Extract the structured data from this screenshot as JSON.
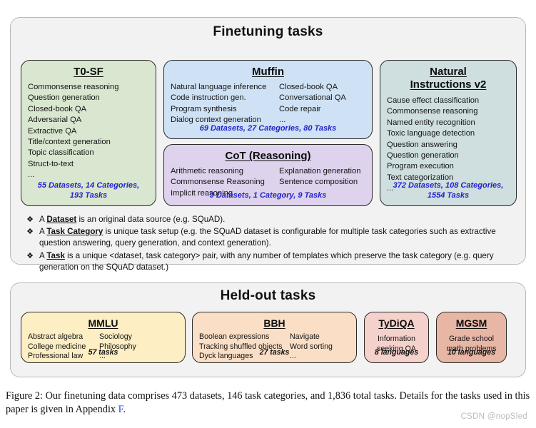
{
  "finetuning": {
    "title": "Finetuning tasks",
    "cards": [
      {
        "key": "t0sf",
        "title": "T0-SF",
        "color": "#d9e7d0",
        "col1": [
          "Commonsense reasoning",
          "Question generation",
          "Closed-book QA",
          "Adversarial QA",
          "Extractive QA",
          "Title/context generation",
          "Topic classification",
          "Struct-to-text",
          "..."
        ],
        "col2": [],
        "stats": "55 Datasets, 14 Categories,\n193 Tasks",
        "stats_line1": "55 Datasets, 14 Categories,",
        "stats_line2": "193 Tasks"
      },
      {
        "key": "muffin",
        "title": "Muffin",
        "color": "#cfe1f5",
        "col1": [
          "Natural language inference",
          "Code instruction gen.",
          "Program synthesis",
          "Dialog context generation"
        ],
        "col2": [
          "Closed-book QA",
          "Conversational QA",
          "Code repair",
          "..."
        ],
        "stats_line1": "69 Datasets, 27 Categories, 80 Tasks",
        "stats_line2": ""
      },
      {
        "key": "cot",
        "title": "CoT (Reasoning)",
        "color": "#ded2ec",
        "col1": [
          "Arithmetic reasoning",
          "Commonsense Reasoning",
          "Implicit reasoning"
        ],
        "col2": [
          "Explanation generation",
          "Sentence composition",
          "..."
        ],
        "stats_line1": "9 Datasets, 1 Category, 9 Tasks",
        "stats_line2": ""
      },
      {
        "key": "ni",
        "title_line1": "Natural",
        "title_line2": "Instructions v2",
        "color": "#cfdedf",
        "col1": [
          "Cause effect classification",
          "Commonsense reasoning",
          "Named entity recognition",
          "Toxic language detection",
          "Question answering",
          "Question generation",
          "Program execution",
          "Text categorization",
          "..."
        ],
        "col2": [],
        "stats_line1": "372 Datasets, 108 Categories,",
        "stats_line2": "1554 Tasks"
      }
    ],
    "definitions": [
      {
        "bullet": "❖",
        "prefix": "A ",
        "term": "Dataset",
        "suffix": " is an original data source (e.g. SQuAD)."
      },
      {
        "bullet": "❖",
        "prefix": "A ",
        "term": "Task Category",
        "suffix": " is unique task setup (e.g. the SQuAD dataset is configurable for multiple task categories such as extractive question answering, query generation, and context generation)."
      },
      {
        "bullet": "❖",
        "prefix": "A ",
        "term": "Task",
        "suffix": " is a unique <dataset, task category> pair, with any number of templates which preserve the task category (e.g. query generation on the SQuAD dataset.)"
      }
    ]
  },
  "heldout": {
    "title": "Held-out tasks",
    "cards": [
      {
        "key": "mmlu",
        "title": "MMLU",
        "color": "#fdeec4",
        "col1": [
          "Abstract algebra",
          "College medicine",
          "Professional law"
        ],
        "col2": [
          "Sociology",
          "Philosophy",
          "..."
        ],
        "stats_line1": "57 tasks"
      },
      {
        "key": "bbh",
        "title": "BBH",
        "color": "#fadfc6",
        "col1": [
          "Boolean expressions",
          "Tracking shuffled objects",
          "Dyck languages"
        ],
        "col2": [
          "Navigate",
          "Word sorting",
          "..."
        ],
        "stats_line1": "27 tasks"
      },
      {
        "key": "tydiqa",
        "title": "TyDiQA",
        "color": "#f5d1cb",
        "col1": [
          "Information",
          "seeking QA"
        ],
        "col2": [],
        "stats_line1": "8 languages"
      },
      {
        "key": "mgsm",
        "title": "MGSM",
        "color": "#e8b6a5",
        "col1": [
          "Grade school",
          "math problems"
        ],
        "col2": [],
        "stats_line1": "10 languages"
      }
    ]
  },
  "caption": {
    "text_before_link": "Figure 2: Our finetuning data comprises 473 datasets, 146 task categories, and 1,836 total tasks. Details for the tasks used in this paper is given in Appendix ",
    "link": "F",
    "text_after_link": "."
  },
  "watermark": "CSDN @nopSled",
  "colors": {
    "stats_blue": "#2323cc",
    "panel_bg": "#f2f2f2",
    "card_border": "#2b2b2b"
  }
}
